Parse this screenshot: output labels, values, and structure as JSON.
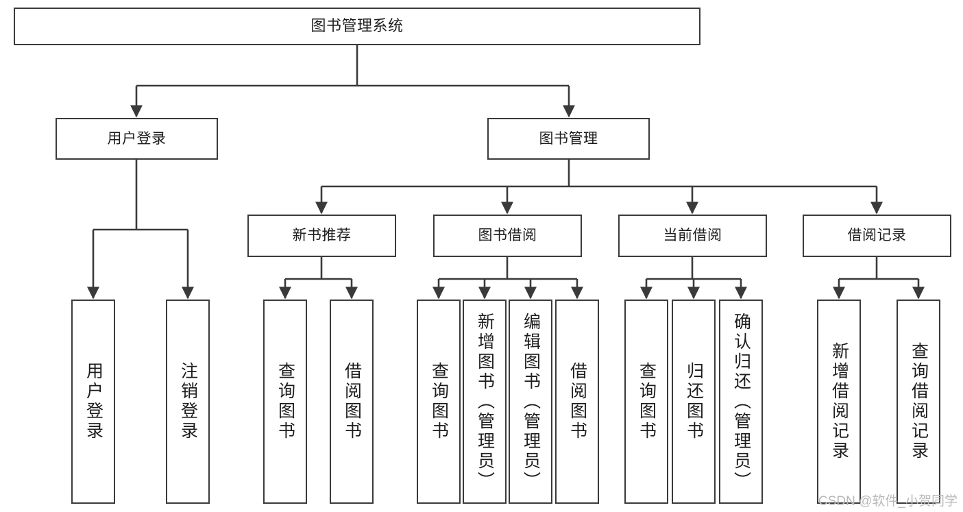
{
  "diagram": {
    "title": "图书管理系统",
    "type": "tree-structure-chart",
    "stroke_color": "#3a3a3a",
    "background_color": "#ffffff",
    "text_color": "#1d1d1d"
  },
  "root": {
    "label": "图书管理系统"
  },
  "level2": [
    {
      "label": "用户登录"
    },
    {
      "label": "图书管理"
    }
  ],
  "level3": [
    {
      "label": "新书推荐"
    },
    {
      "label": "图书借阅"
    },
    {
      "label": "当前借阅"
    },
    {
      "label": "借阅记录"
    }
  ],
  "leaves": {
    "user_login": [
      {
        "label": "用户登录"
      },
      {
        "label": "注销登录"
      }
    ],
    "new_book_rec": [
      {
        "label": "查询图书"
      },
      {
        "label": "借阅图书"
      }
    ],
    "book_borrow": [
      {
        "label": "查询图书"
      },
      {
        "label": "新增图书（管理员）"
      },
      {
        "label": "编辑图书（管理员）"
      },
      {
        "label": "借阅图书"
      }
    ],
    "current_borrow": [
      {
        "label": "查询图书"
      },
      {
        "label": "归还图书"
      },
      {
        "label": "确认归还（管理员）"
      }
    ],
    "borrow_record": [
      {
        "label": "新增借阅记录"
      },
      {
        "label": "查询借阅记录"
      }
    ]
  },
  "watermark": {
    "text": "CSDN @软件_小贺同学",
    "color": "#b9b9b9"
  }
}
